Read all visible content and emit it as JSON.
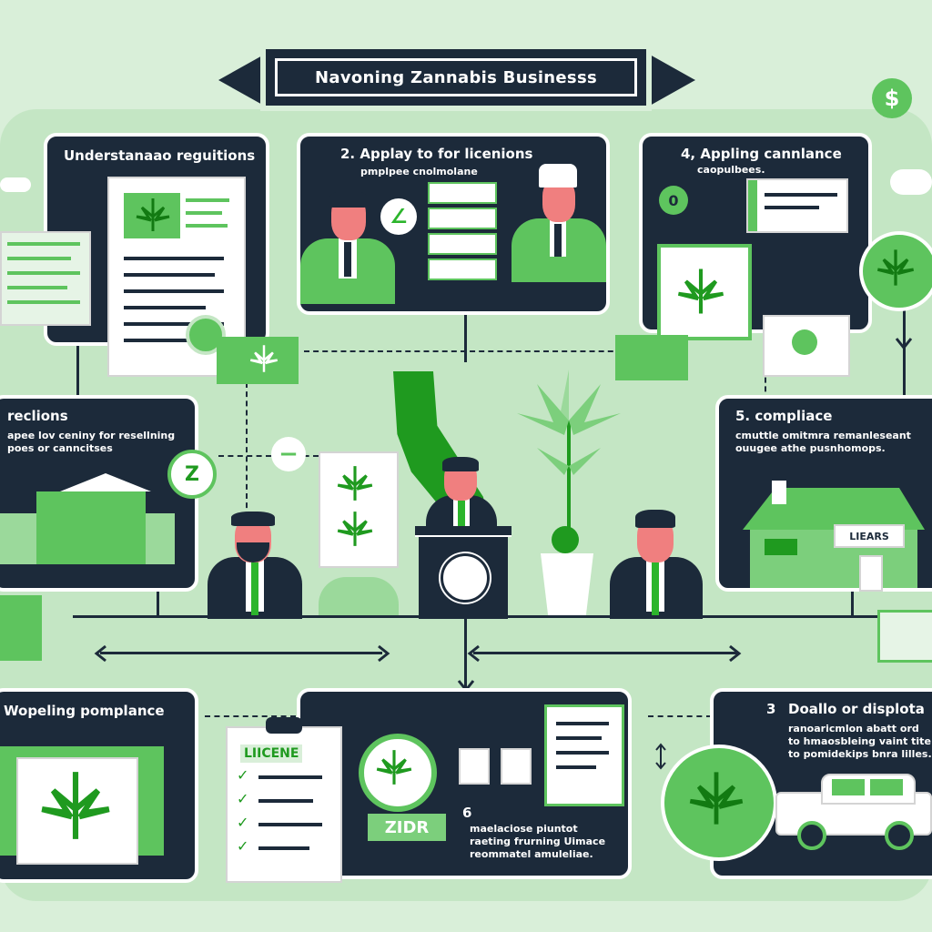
{
  "title": "Navoning Zannabis Businesss",
  "panels": {
    "p1": {
      "heading": "Understanaao reguitions"
    },
    "p2": {
      "heading": "2. Applay to for licenions",
      "sub": "pmplpee cnolmolane"
    },
    "p4": {
      "heading": "4, Appling cannlance",
      "sub": "caopulbees."
    },
    "left_mid": {
      "heading": "reclions",
      "sub": "apee lov ceniny for resellning\npoes or canncitses"
    },
    "p5": {
      "heading": "5. compliace",
      "sub": "cmuttle omitmra remanleseant\nouugee athe pusnhomops."
    },
    "bottom_left": {
      "heading": "Wopeling pomplance"
    },
    "bottom_center": {
      "step": "6",
      "sub": "maelaciose piuntot\nraeting frurning Uimace\nreommatel amuleliae."
    },
    "bottom_right": {
      "step": "3",
      "heading": "Doallo or displota",
      "sub": "ranoaricmlon abatt ord\nto hmaosbleing vaint tite\nto pomidekips bnra lilles."
    }
  },
  "labels": {
    "licene": "LIICENE",
    "zidr": "ZIDR",
    "store_sign": "LIEARS"
  },
  "colors": {
    "background": "#d9efd9",
    "panel": "#1c2a3a",
    "accent": "#5ec45e",
    "dark_green": "#1f9a1f"
  }
}
